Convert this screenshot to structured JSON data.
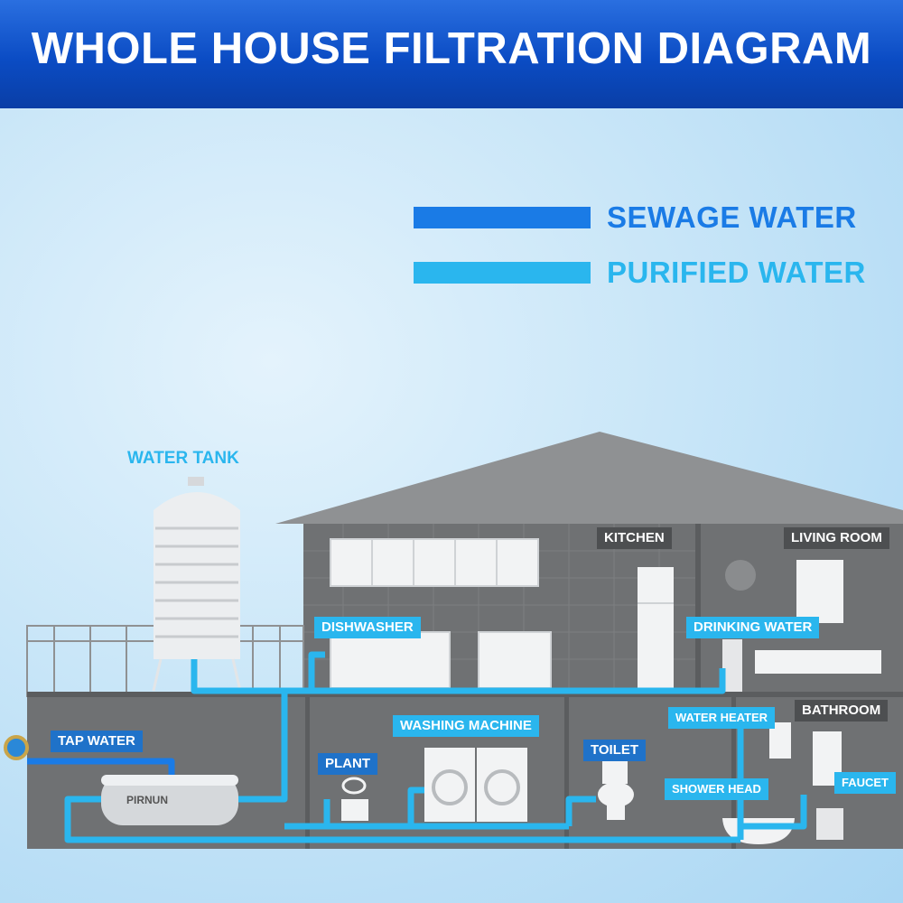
{
  "title": "WHOLE HOUSE FILTRATION DIAGRAM",
  "legend": [
    {
      "label": "SEWAGE WATER",
      "color": "#1a7be6"
    },
    {
      "label": "PURIFIED WATER",
      "color": "#2ab6ee"
    }
  ],
  "rooms": {
    "kitchen": "KITCHEN",
    "living_room": "LIVING ROOM",
    "bathroom": "BATHROOM"
  },
  "points": {
    "water_tank": "WATER TANK",
    "tap_water": "TAP WATER",
    "dishwasher": "DISHWASHER",
    "drinking_water": "DRINKING WATER",
    "washing_machine": "WASHING MACHINE",
    "plant": "PLANT",
    "toilet": "TOILET",
    "water_heater": "WATER HEATER",
    "shower_head": "SHOWER HEAD",
    "faucet": "FAUCET"
  },
  "filter_brand": "PIRNUN",
  "colors": {
    "sewage": "#1a7be6",
    "purified": "#2ab6ee",
    "house": "#6f7173",
    "roof": "#8f9193"
  }
}
